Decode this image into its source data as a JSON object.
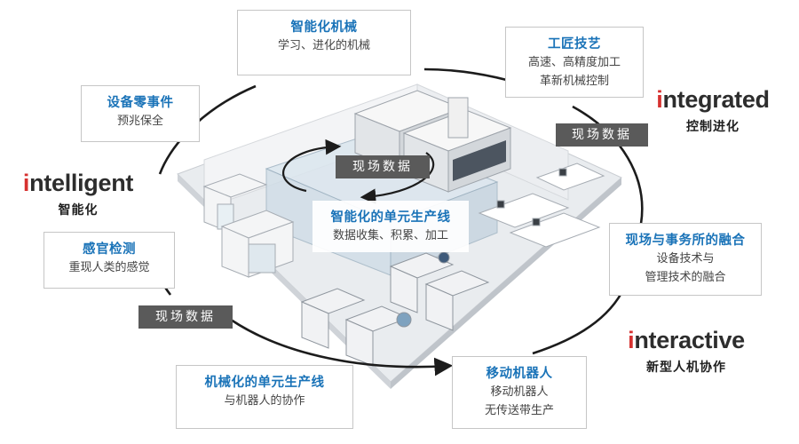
{
  "boxes": {
    "smart_machine": {
      "title": "智能化机械",
      "lines": [
        "学习、进化的机械"
      ]
    },
    "craftsman": {
      "title": "工匠技艺",
      "lines": [
        "高速、高精度加工",
        "革新机械控制"
      ]
    },
    "equipment_event": {
      "title": "设备零事件",
      "lines": [
        "预兆保全"
      ]
    },
    "sensory": {
      "title": "感官检测",
      "lines": [
        "重现人类的感觉"
      ]
    },
    "smart_cell": {
      "title": "智能化的单元生产线",
      "lines": [
        "数据收集、积累、加工"
      ]
    },
    "fusion": {
      "title": "现场与事务所的融合",
      "lines": [
        "设备技术与",
        "管理技术的融合"
      ]
    },
    "mechanized_cell": {
      "title": "机械化的单元生产线",
      "lines": [
        "与机器人的协作"
      ]
    },
    "mobile_robot": {
      "title": "移动机器人",
      "lines": [
        "移动机器人",
        "无传送带生产"
      ]
    }
  },
  "tags": {
    "center": "现场数据",
    "right": "现场数据",
    "left": "现场数据"
  },
  "keywords": {
    "integrated": {
      "initial": "i",
      "rest": "ntegrated",
      "zh": "控制进化"
    },
    "intelligent": {
      "initial": "i",
      "rest": "ntelligent",
      "zh": "智能化"
    },
    "interactive": {
      "initial": "i",
      "rest": "nteractive",
      "zh": "新型人机协作"
    }
  },
  "colors": {
    "accent_blue": "#1a73b8",
    "accent_red": "#d6312f",
    "tag_gray": "#5a5a5a",
    "loop_line": "#1c1c1c"
  }
}
